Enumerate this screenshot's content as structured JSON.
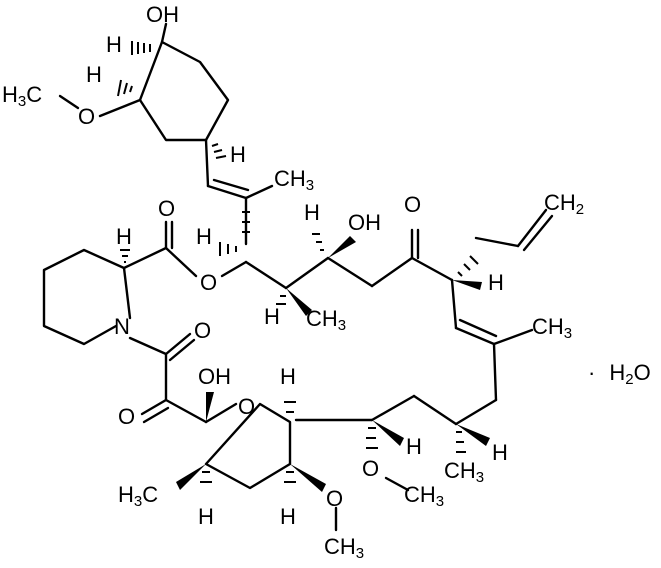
{
  "molecule": {
    "hydrate": {
      "dot": "·",
      "formula": "H",
      "sub": "2",
      "tail": "O"
    }
  },
  "labels": {
    "oh_top": "OH",
    "h_top1": "H",
    "h_top2": "H",
    "h3c": "H",
    "h3c_sub": "3",
    "h3c_c": "C",
    "o_methoxy1": "O",
    "h_cyclo": "H",
    "ch3_alkene": "CH",
    "ch3_alkene_sub": "3",
    "o_ester_carbonyl": "O",
    "h_pip": "H",
    "h_ester": "H",
    "o_ester": "O",
    "n": "N",
    "h_c": "H",
    "oh_mid": "OH",
    "ch3_mid": "CH",
    "ch3_mid_sub": "3",
    "h_mid": "H",
    "o_ketone": "O",
    "ch2": "CH",
    "ch2_sub": "2",
    "h_allyl": "H",
    "ch3_right": "CH",
    "ch3_right_sub": "3",
    "o_amide": "O",
    "o_ketoamide": "O",
    "oh_hemi": "OH",
    "o_ring": "O",
    "h_ring": "H",
    "h3c_ring": "H",
    "h3c_ring_sub": "3",
    "h3c_ring_c": "C",
    "h_ring2": "H",
    "h_ring3": "H",
    "o_methoxy2": "O",
    "ch3_methoxy2": "CH",
    "ch3_methoxy2_sub": "3",
    "o_methoxy3": "O",
    "ch3_methoxy3": "CH",
    "ch3_methoxy3_sub": "3",
    "h_ring4": "H",
    "h_ring5": "H",
    "ch3_bottom": "CH",
    "ch3_bottom_sub": "3"
  }
}
